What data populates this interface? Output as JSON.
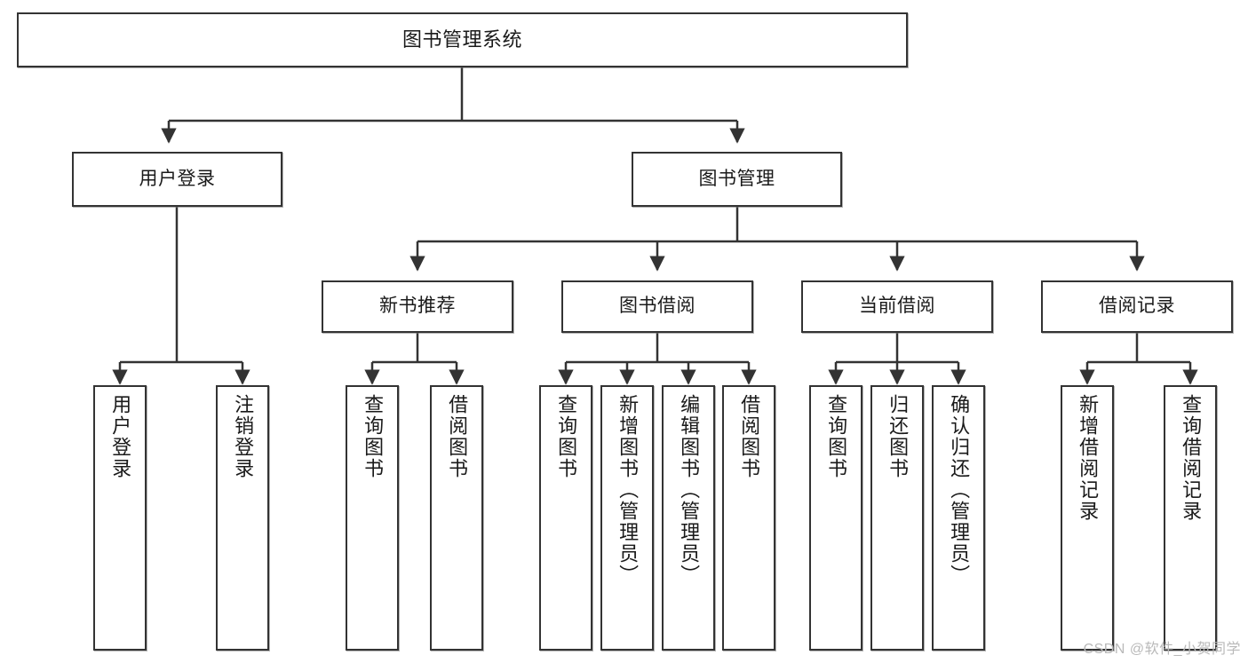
{
  "diagram": {
    "title": "图书管理系统",
    "watermark": "CSDN @软件_小贺同学",
    "line_color": "#333333",
    "box_border_color": "#333333",
    "background_color": "#ffffff",
    "text_color": "#1a1a1a"
  },
  "nodes": {
    "root": {
      "label": "图书管理系统"
    },
    "level2": [
      {
        "label": "用户登录"
      },
      {
        "label": "图书管理"
      }
    ],
    "level3": [
      {
        "label": "新书推荐"
      },
      {
        "label": "图书借阅"
      },
      {
        "label": "当前借阅"
      },
      {
        "label": "借阅记录"
      }
    ],
    "leaves": {
      "user_login": [
        {
          "label": "用户登录"
        },
        {
          "label": "注销登录"
        }
      ],
      "new_book_recommend": [
        {
          "label": "查询图书"
        },
        {
          "label": "借阅图书"
        }
      ],
      "book_borrow": [
        {
          "label": "查询图书"
        },
        {
          "label": "新增图书（管理员）"
        },
        {
          "label": "编辑图书（管理员）"
        },
        {
          "label": "借阅图书"
        }
      ],
      "current_borrow": [
        {
          "label": "查询图书"
        },
        {
          "label": "归还图书"
        },
        {
          "label": "确认归还（管理员）"
        }
      ],
      "borrow_record": [
        {
          "label": "新增借阅记录"
        },
        {
          "label": "查询借阅记录"
        }
      ]
    }
  }
}
